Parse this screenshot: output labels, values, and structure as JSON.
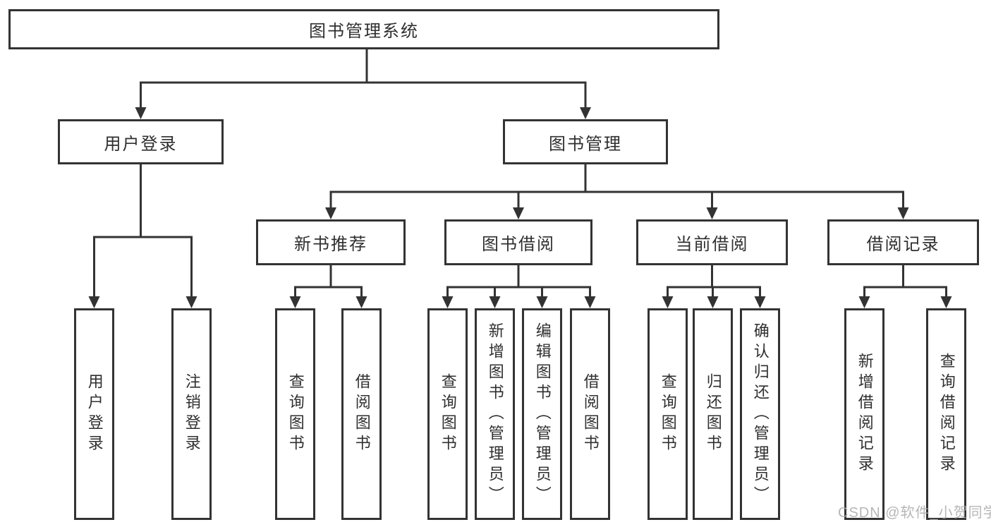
{
  "tree": {
    "root_label": "图书管理系统",
    "branches": [
      {
        "label": "用户登录",
        "children": [
          {
            "label": "用户登录"
          },
          {
            "label": "注销登录"
          }
        ]
      },
      {
        "label": "图书管理",
        "children": [
          {
            "label": "新书推荐",
            "children": [
              {
                "label": "查询图书"
              },
              {
                "label": "借阅图书"
              }
            ]
          },
          {
            "label": "图书借阅",
            "children": [
              {
                "label": "查询图书"
              },
              {
                "label": "新增图书（管理员）"
              },
              {
                "label": "编辑图书（管理员）"
              },
              {
                "label": "借阅图书"
              }
            ]
          },
          {
            "label": "当前借阅",
            "children": [
              {
                "label": "查询图书"
              },
              {
                "label": "归还图书"
              },
              {
                "label": "确认归还（管理员）"
              }
            ]
          },
          {
            "label": "借阅记录",
            "children": [
              {
                "label": "新增借阅记录"
              },
              {
                "label": "查询借阅记录"
              }
            ]
          }
        ]
      }
    ]
  },
  "watermark": {
    "text": "CSDN @软件_小贺同学"
  },
  "colors": {
    "line": "#333333",
    "text": "#2f2f2f",
    "background": "#ffffff",
    "watermark": "#aaaaaa"
  }
}
